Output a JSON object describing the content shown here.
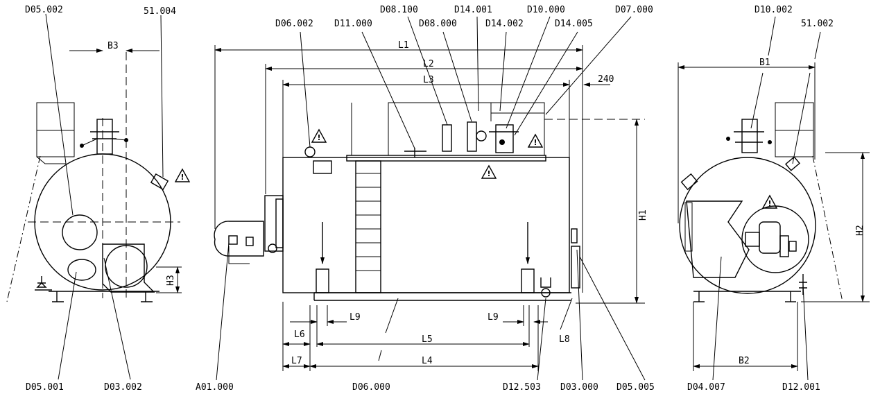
{
  "callouts_top": {
    "d05_002": "D05.002",
    "c51_004": "51.004",
    "d06_002": "D06.002",
    "d11_000": "D11.000",
    "d08_100": "D08.100",
    "d08_000": "D08.000",
    "d14_001": "D14.001",
    "d14_002": "D14.002",
    "d10_000": "D10.000",
    "d14_005": "D14.005",
    "d07_000": "D07.000",
    "d10_002": "D10.002",
    "c51_002": "51.002"
  },
  "callouts_bottom": {
    "d05_001": "D05.001",
    "d03_002": "D03.002",
    "a01_000": "A01.000",
    "d06_000": "D06.000",
    "d12_503": "D12.503",
    "d03_000": "D03.000",
    "d05_005": "D05.005",
    "d04_007": "D04.007",
    "d12_001": "D12.001"
  },
  "dimensions": {
    "b3": "B3",
    "l1": "L1",
    "l2": "L2",
    "l3": "L3",
    "d240": "240",
    "h1": "H1",
    "h2": "H2",
    "h3": "H3",
    "b1": "B1",
    "b2": "B2",
    "l4": "L4",
    "l5": "L5",
    "l6": "L6",
    "l7": "L7",
    "l8": "L8",
    "l9a": "L9",
    "l9b": "L9"
  },
  "warning_icon": "warning-triangle-icon"
}
